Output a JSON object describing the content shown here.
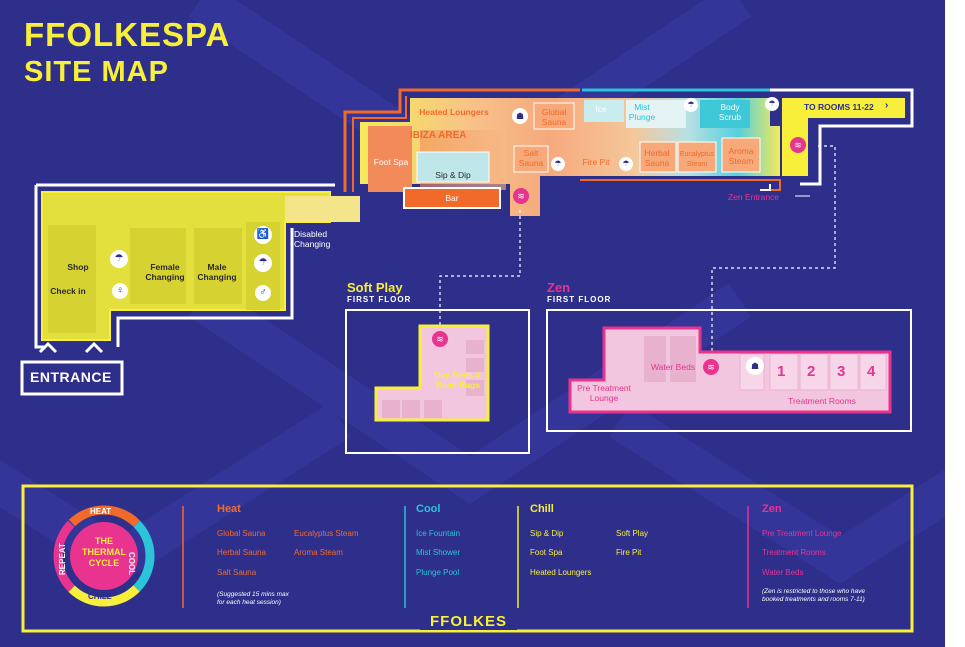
{
  "title": {
    "line1": "FFOLKESPA",
    "line2": "SITE MAP"
  },
  "map": {
    "entrance": "ENTRANCE",
    "shop": "Shop",
    "check_in": "Check in",
    "female_changing": "Female\nChanging",
    "male_changing": "Male\nChanging",
    "disabled_changing": "Disabled\nChanging",
    "heated_loungers": "Heated Loungers",
    "ibiza_area": "IBIZA AREA",
    "foot_spa": "Foot Spa",
    "sip_dip": "Sip & Dip",
    "bar": "Bar",
    "global_sauna": "Global\nSauna",
    "ice": "Ice",
    "mist_plunge": "Mist\nPlunge",
    "body_scrub": "Body\nScrub",
    "to_rooms": "TO ROOMS 11-22",
    "salt_sauna": "Salt\nSauna",
    "fire_pit": "Fire Pit",
    "herbal_sauna": "Herbal\nSauna",
    "eucalyptus_steam": "Eucalyptus\nSteam",
    "aroma_steam": "Aroma\nSteam",
    "zen_entrance": "Zen Entrance",
    "soft_play_title": "Soft Play",
    "soft_play_floor": "FIRST FLOOR",
    "day_beds": "Day Beds &\nBean Bags",
    "zen_title": "Zen",
    "zen_floor": "FIRST FLOOR",
    "pre_treatment_lounge": "Pre Treatment\nLounge",
    "water_beds": "Water Beds",
    "treatment_rooms": "Treatment Rooms",
    "room_numbers": [
      "1",
      "2",
      "3",
      "4"
    ]
  },
  "legend": {
    "cycle": {
      "center": "THE\nTHERMAL\nCYCLE",
      "heat": "HEAT",
      "cool": "COOL",
      "chill": "CHILL",
      "repeat": "REPEAT"
    },
    "heat": {
      "title": "Heat",
      "col1": [
        "Global Sauna",
        "Herbal Sauna",
        "Salt Sauna"
      ],
      "col2": [
        "Eucalyptus Steam",
        "Aroma Steam"
      ],
      "note": "(Suggested 15 mins max\nfor each heat session)"
    },
    "cool": {
      "title": "Cool",
      "items": [
        "Ice Fountain",
        "Mist Shower",
        "Plunge Pool"
      ]
    },
    "chill": {
      "title": "Chill",
      "col1": [
        "Sip & Dip",
        "Foot Spa",
        "Heated Loungers"
      ],
      "col2": [
        "Soft Play",
        "Fire Pit"
      ]
    },
    "zen": {
      "title": "Zen",
      "items": [
        "Pre Treatment Lounge",
        "Treatment Rooms",
        "Water Beds"
      ],
      "note": "(Zen is restricted to those who have\nbooked treatments and rooms 7-11)"
    },
    "brand": "FFOLKES"
  },
  "colors": {
    "background": "#2e2f8a",
    "yellow": "#f7ef3a",
    "orange": "#f26a2a",
    "cyan": "#2bc4d8",
    "pink": "#e8338f",
    "zone_pink": "#f2c6de"
  }
}
